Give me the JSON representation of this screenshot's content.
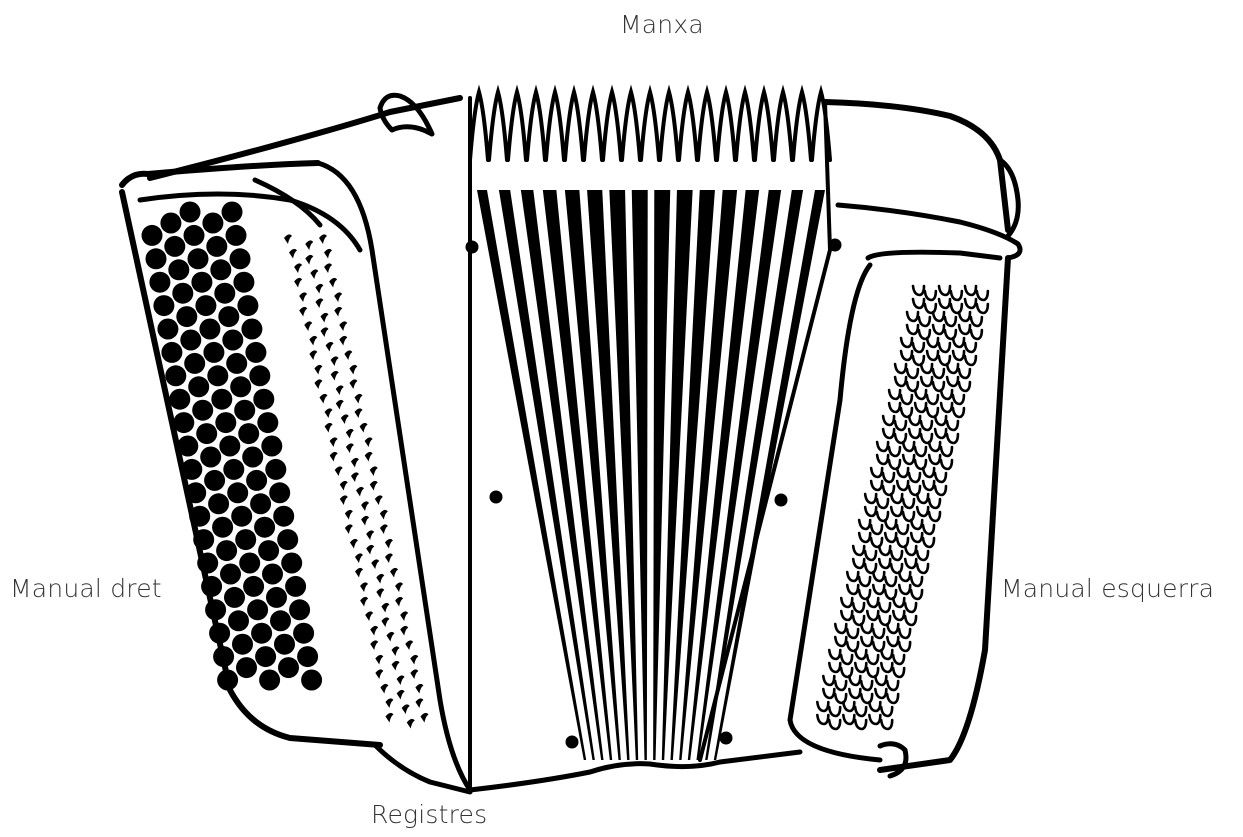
{
  "labels": {
    "bellows": "Manxa",
    "right_manual": "Manual dret",
    "left_manual": "Manual esquerra",
    "registers": "Registres"
  },
  "colors": {
    "ink": "#000000",
    "paper": "#ffffff",
    "label_text": "#333333"
  }
}
